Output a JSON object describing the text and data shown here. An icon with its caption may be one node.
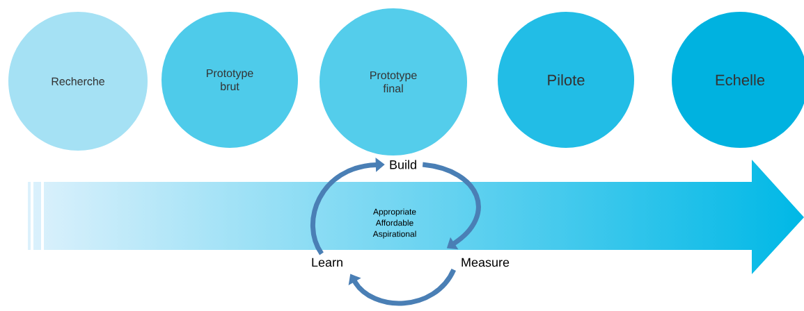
{
  "diagram": {
    "nodes": [
      {
        "text": [
          "Recherche"
        ]
      },
      {
        "text": [
          "Prototype brut"
        ]
      },
      {
        "text": [
          "Prototype final"
        ]
      },
      {
        "text": [
          "Pilote"
        ]
      },
      {
        "text": [
          "Echelle"
        ]
      },
      {
        "text": [
          "Build"
        ]
      },
      {
        "text": [
          "Learn"
        ]
      },
      {
        "text": [
          "Measure"
        ]
      }
    ],
    "edges": [
      {
        "from": 6,
        "to": 5,
        "arrow": "to"
      },
      {
        "from": 5,
        "to": 7,
        "arrow": "to"
      },
      {
        "from": 7,
        "to": 6,
        "arrow": "to"
      }
    ],
    "labels": [
      "Appropriate Affordable Aspirational"
    ]
  }
}
